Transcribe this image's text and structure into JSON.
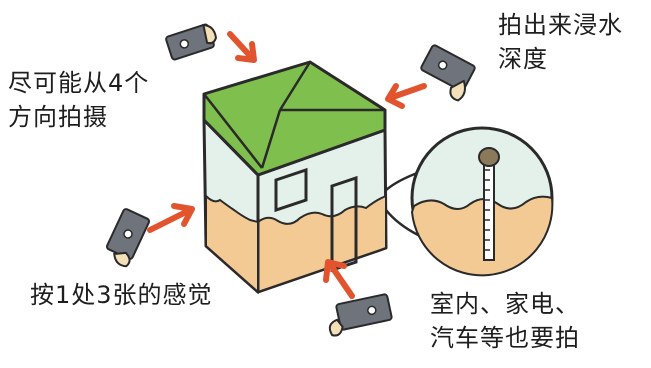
{
  "captions": {
    "top_left": [
      "尽可能从4个",
      "方向拍摄"
    ],
    "top_right": [
      "拍出来浸水",
      "深度"
    ],
    "bottom_left": [
      "按1处3张的感觉"
    ],
    "bottom_right": [
      "室内、家电、",
      "汽车等也要拍"
    ]
  },
  "colors": {
    "roof": "#7fbf4d",
    "wall": "#e4f1ea",
    "flood": "#f3c994",
    "arrow": "#e2542e",
    "outline": "#2a2a2a",
    "camera": "#6f747c",
    "hand": "#f4e0b8"
  },
  "icons": [
    "camera-icon",
    "arrow-icon",
    "house-illustration",
    "measuring-pole-icon"
  ]
}
